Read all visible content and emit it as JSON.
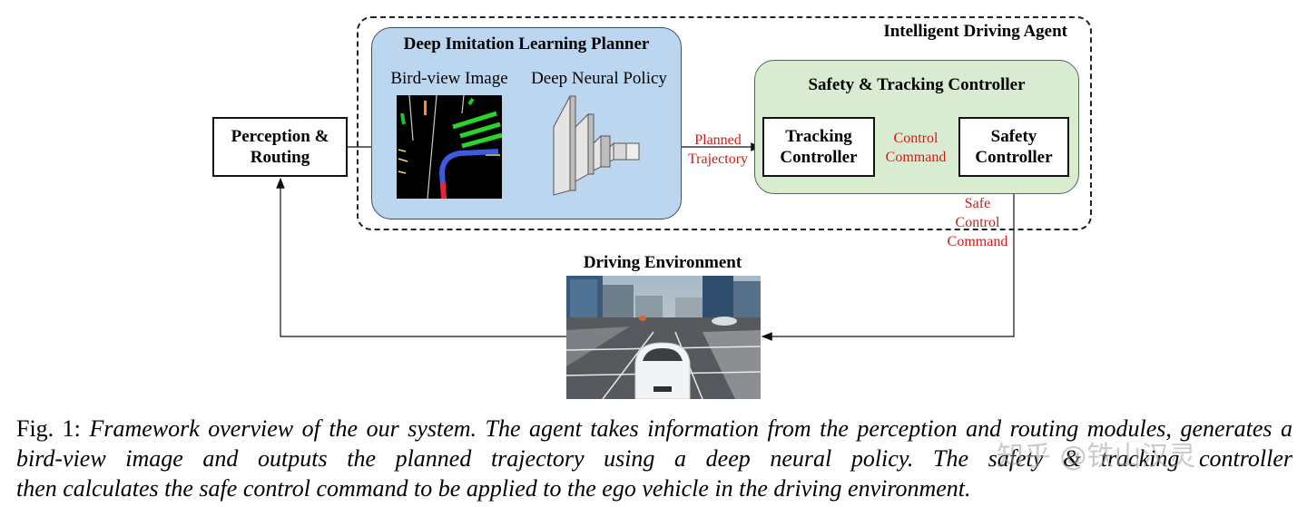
{
  "agent": {
    "title": "Intelligent Driving Agent"
  },
  "planner": {
    "title": "Deep Imitation Learning Planner",
    "bird_view_label": "Bird-view Image",
    "policy_label": "Deep Neural Policy"
  },
  "controller": {
    "title": "Safety & Tracking Controller",
    "tracking": [
      "Tracking",
      "Controller"
    ],
    "safety": [
      "Safety",
      "Controller"
    ]
  },
  "perception": [
    "Perception &",
    "Routing"
  ],
  "arrows": {
    "planned_trajectory": [
      "Planned",
      "Trajectory"
    ],
    "control_command": [
      "Control",
      "Command"
    ],
    "safe_control_command": [
      "Safe",
      "Control",
      "Command"
    ]
  },
  "environment": {
    "title": "Driving Environment"
  },
  "caption": {
    "prefix": "Fig. 1:",
    "line1": "Framework overview of the our system. The agent takes information from the perception and routing modules,",
    "line2": "generates a bird-view image and outputs the planned trajectory using a deep neural policy. The safety & tracking controller",
    "line3": "then calculates the safe control command to be applied to the ego vehicle in the driving environment."
  },
  "watermark": "知乎 @铁山汉灵",
  "colors": {
    "planner_fill": "#bcd6ef",
    "controller_fill": "#d9ecd2",
    "label_red": "#d11a1a"
  }
}
